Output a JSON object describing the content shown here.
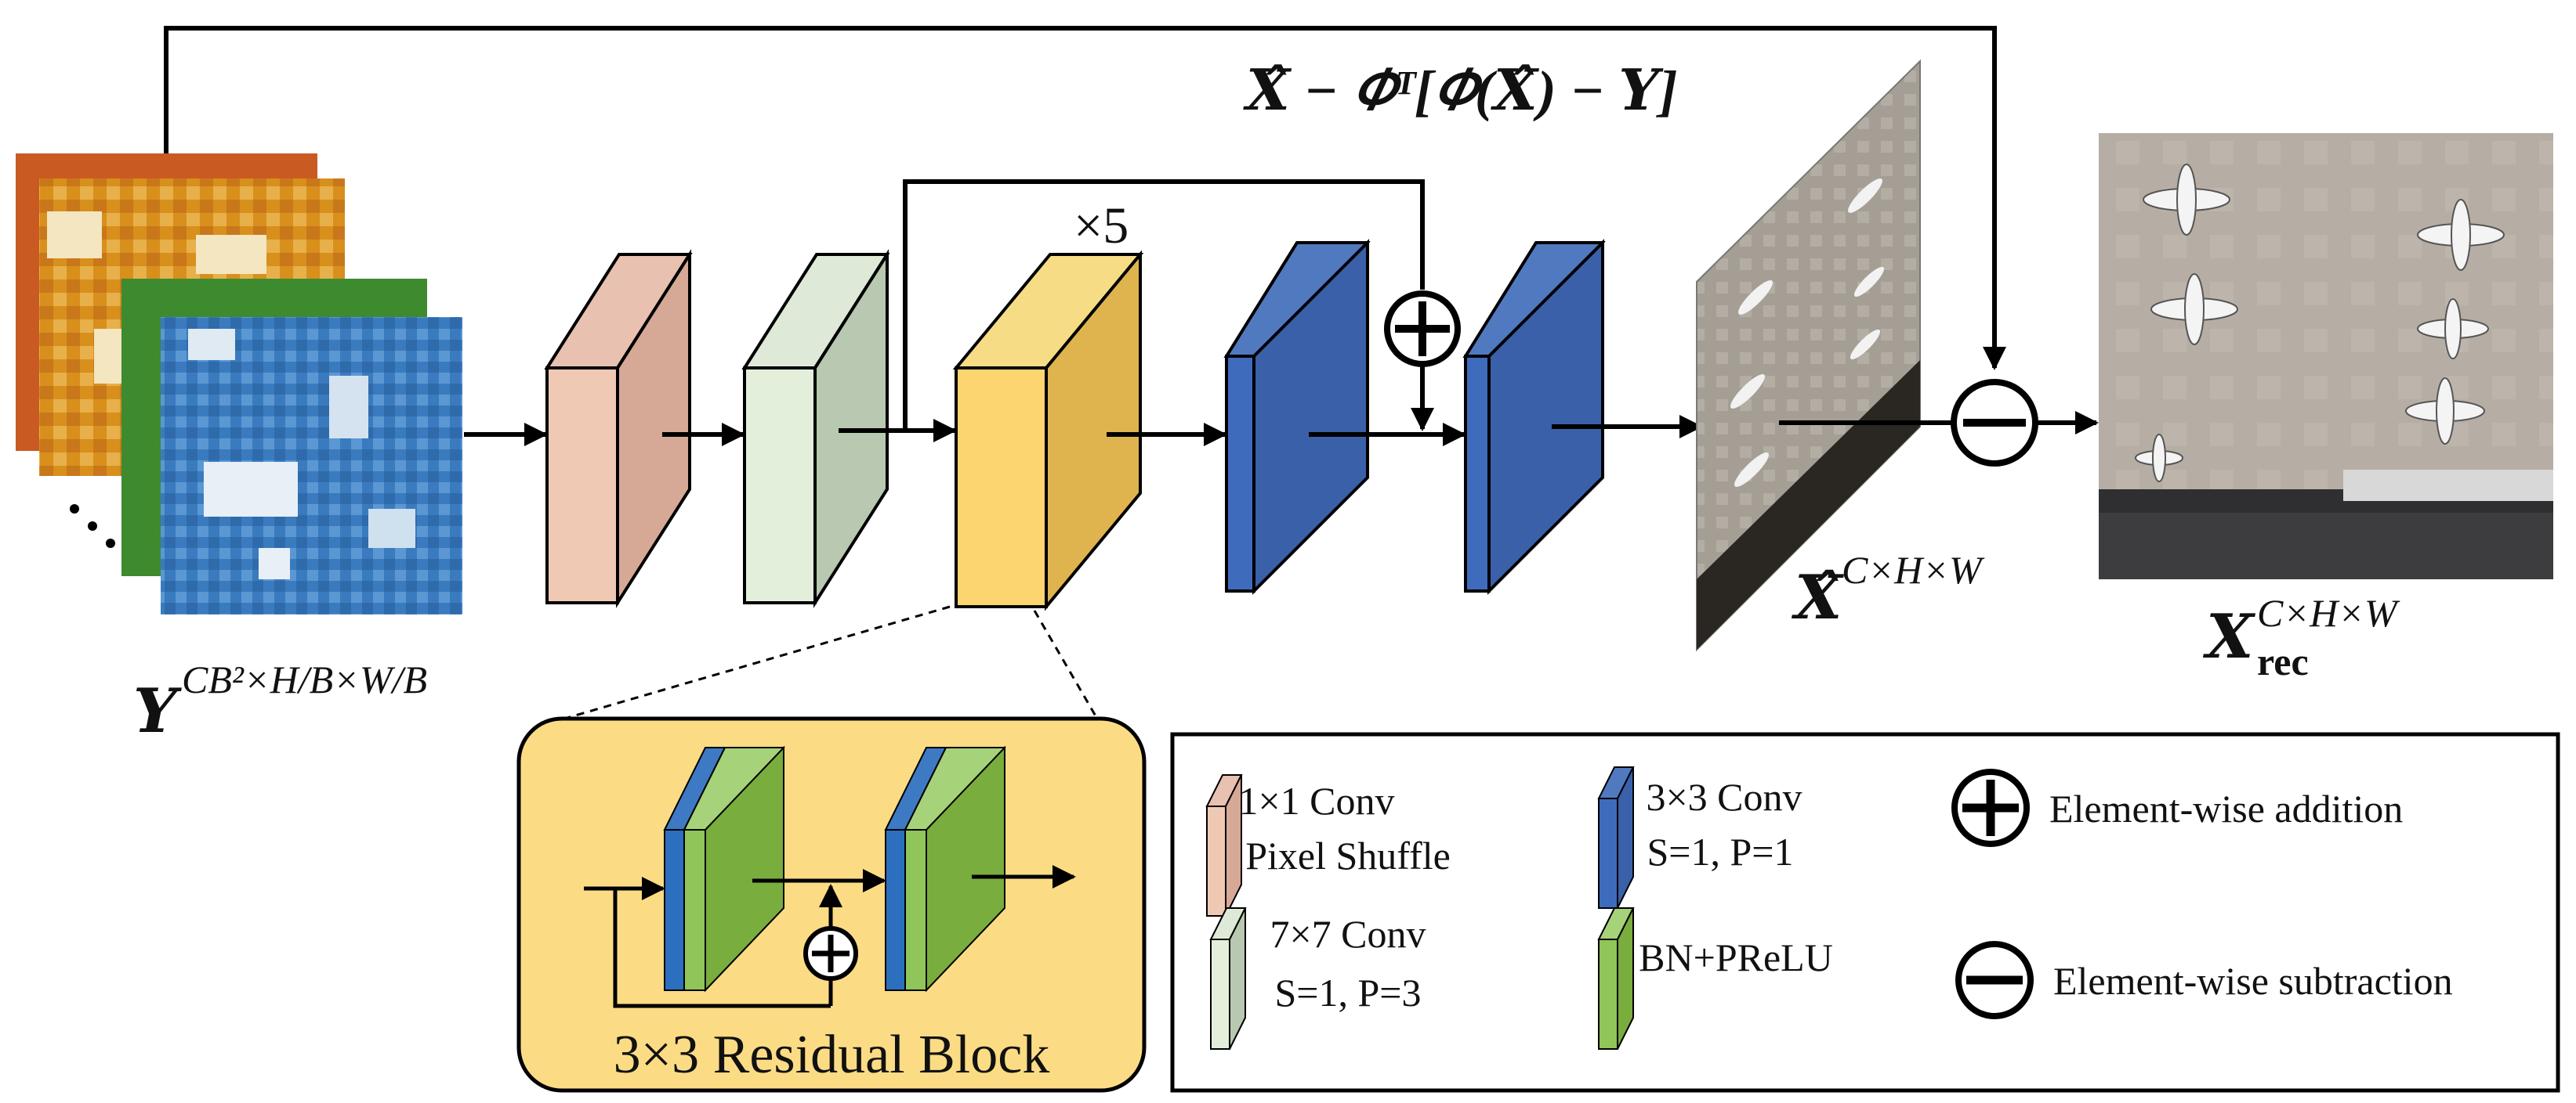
{
  "colors": {
    "conv1x1": "#d6a996",
    "conv7x7": "#b9c8b0",
    "resblock": "#fcd571",
    "conv3x3": "#3a60aa",
    "bnprelu": "#79ad3e",
    "stroke": "#000000",
    "resbox_bg": "#fbdc85"
  },
  "labels": {
    "top_formula": "𝑿̂ − 𝛷ᵀ[𝛷(𝑿̂) − 𝒀]",
    "times5": "×5",
    "y_base": "𝒀",
    "y_sup": "CB²×H/B×W/B",
    "xhat_base": "𝑿̂",
    "xhat_sup": "C×H×W",
    "xrec_base": "𝑿",
    "xrec_sub": "rec",
    "xrec_sup": "C×H×W",
    "res_block_title": "3×3 Residual Block"
  },
  "legend": {
    "conv1x1_line1": "1×1 Conv",
    "conv1x1_line2": "Pixel Shuffle",
    "conv7x7_line1": "7×7 Conv",
    "conv7x7_line2": "S=1, P=3",
    "conv3x3_line1": "3×3 Conv",
    "conv3x3_line2": "S=1, P=1",
    "bnprelu": "BN+PReLU",
    "add": "Element-wise addition",
    "sub": "Element-wise subtraction"
  },
  "icons": {
    "add": "plus-circle-icon",
    "sub": "minus-circle-icon"
  }
}
